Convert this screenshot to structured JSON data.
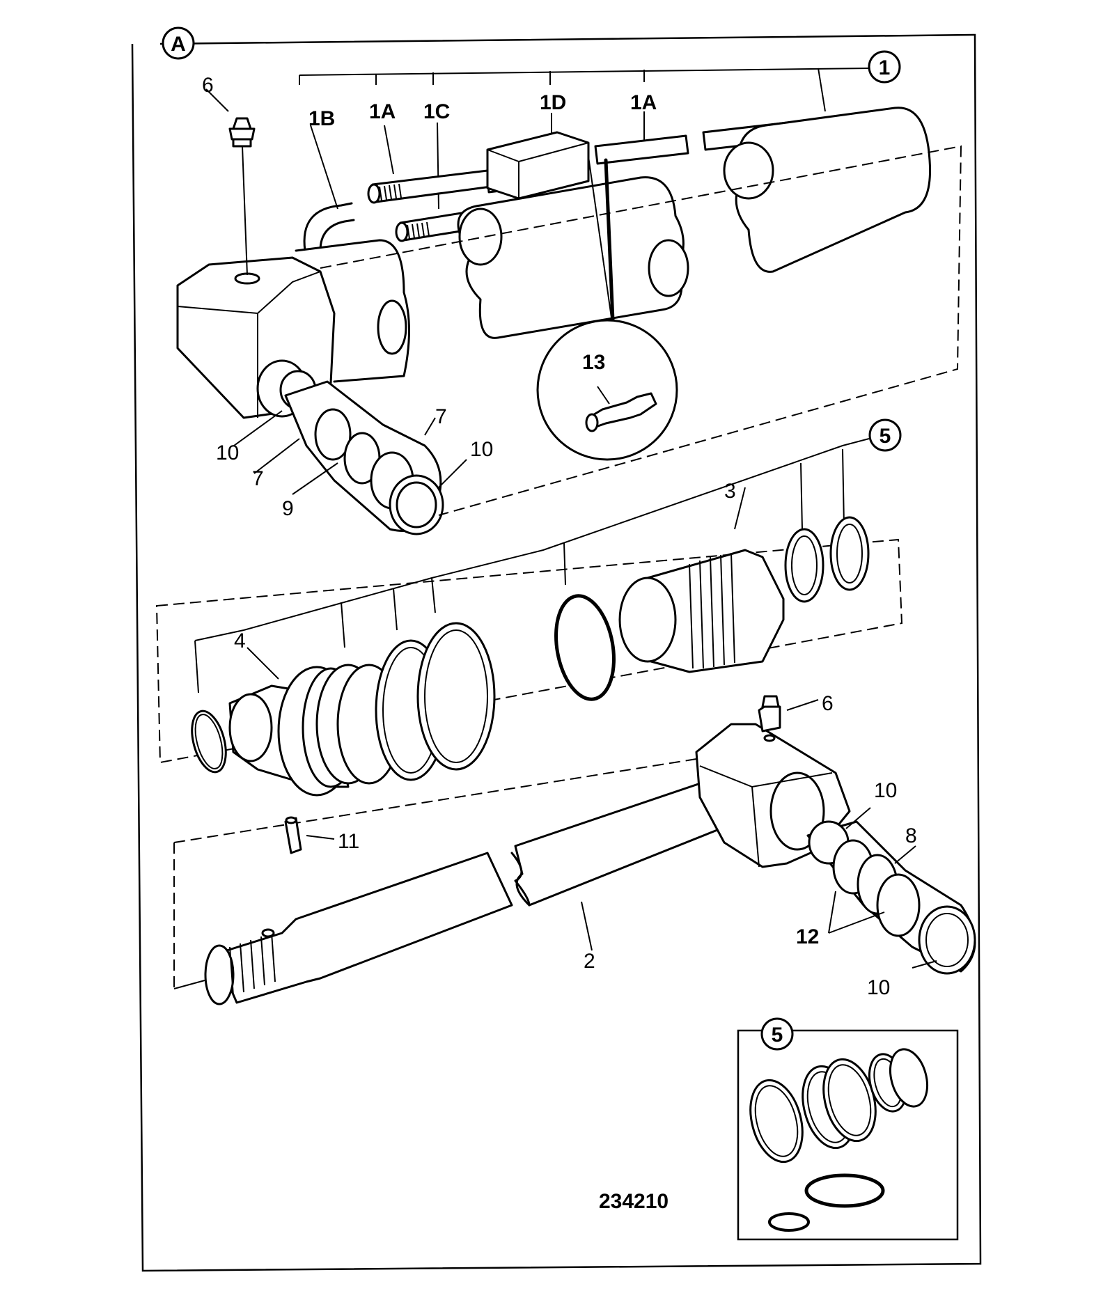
{
  "diagram": {
    "callouts": {
      "view": "A",
      "kit_1": "1",
      "kit_5_upper": "5",
      "kit_5_inset": "5"
    },
    "labels": {
      "p6_top": "6",
      "p1B": "1B",
      "p1A_left": "1A",
      "p1C": "1C",
      "p1D": "1D",
      "p1A_right": "1A",
      "p13": "13",
      "p7_right": "7",
      "p10_left": "10",
      "p7_left": "7",
      "p10_mid": "10",
      "p9": "9",
      "p3": "3",
      "p4": "4",
      "p6_right": "6",
      "p10_rod_top": "10",
      "p11": "11",
      "p8": "8",
      "p12": "12",
      "p2": "2",
      "p10_rod_bottom": "10"
    },
    "figure_number": "234210"
  }
}
